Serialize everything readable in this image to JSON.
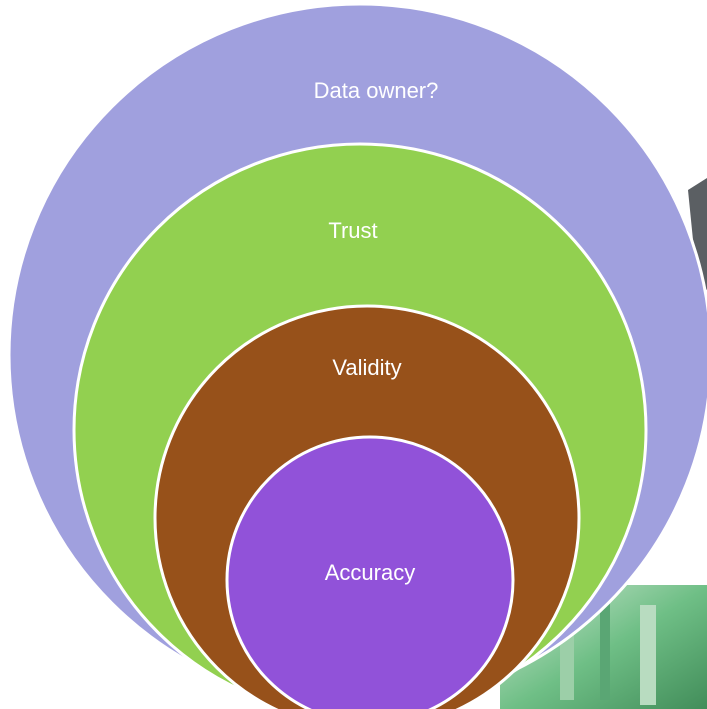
{
  "diagram": {
    "type": "nested-circles",
    "rings": [
      {
        "label": "Data owner?",
        "color": "#a0a0de"
      },
      {
        "label": "Trust",
        "color": "#92d050"
      },
      {
        "label": "Validity",
        "color": "#97511a"
      },
      {
        "label": "Accuracy",
        "color": "#9152d9"
      }
    ],
    "stroke_color": "#ffffff"
  }
}
